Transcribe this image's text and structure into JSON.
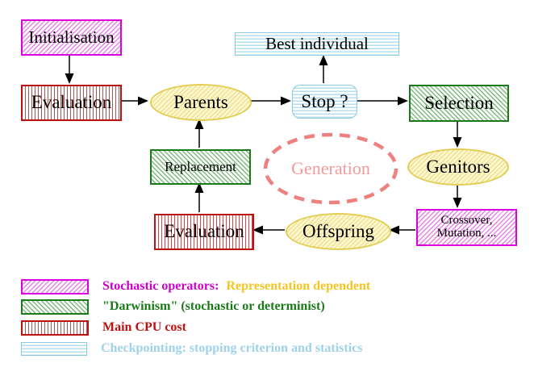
{
  "nodes": {
    "initialisation": {
      "label": "Initialisation"
    },
    "evaluation_top": {
      "label": "Evaluation"
    },
    "parents": {
      "label": "Parents"
    },
    "best_individual": {
      "label": "Best individual"
    },
    "stop": {
      "label": "Stop ?"
    },
    "selection": {
      "label": "Selection"
    },
    "replacement": {
      "label": "Replacement"
    },
    "generation": {
      "label": "Generation"
    },
    "genitors": {
      "label": "Genitors"
    },
    "evaluation_bottom": {
      "label": "Evaluation"
    },
    "offspring": {
      "label": "Offspring"
    },
    "crossover": {
      "label_line1": "Crossover,",
      "label_line2": "Mutation, ..."
    }
  },
  "legend": {
    "items": [
      {
        "label": "Stochastic operators:",
        "label2": "Representation dependent"
      },
      {
        "label": "\"Darwinism\" (stochastic or determinist)"
      },
      {
        "label": "Main CPU cost"
      },
      {
        "label": "Checkpointing: stopping criterion and statistics"
      }
    ]
  },
  "palette": {
    "stochastic_magenta": "#dd00dd",
    "representation_yellow": "#f2c623",
    "darwinism_green": "#1a7a1a",
    "cpu_red": "#bb1111",
    "checkpoint_blue": "#9fd2e8",
    "generation_salmon": "#ef8080",
    "yellow_node_border": "#e2ce55",
    "node_text": "#000000",
    "background": "#ffffff"
  }
}
